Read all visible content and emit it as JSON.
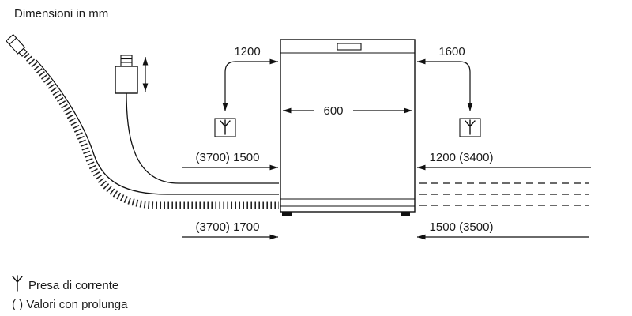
{
  "title": "Dimensioni in mm",
  "diagram": {
    "dims": {
      "cable_left": "1200",
      "cable_right": "1600",
      "width": "600",
      "row1_left": "(3700) 1500",
      "row1_right": "1200 (3400)",
      "row2_left": "(3700) 1700",
      "row2_right": "1500 (3500)"
    },
    "legend": {
      "outlet": "Presa di corrente",
      "extension": "( ) Valori con prolunga"
    }
  },
  "icons": {
    "power_outlet": "trident-plug-symbol",
    "drain_hose": "corrugated-hose",
    "aquastop": "inlet-valve-box"
  },
  "colors": {
    "line": "#111111",
    "text": "#1a1a1a",
    "background": "#ffffff"
  }
}
